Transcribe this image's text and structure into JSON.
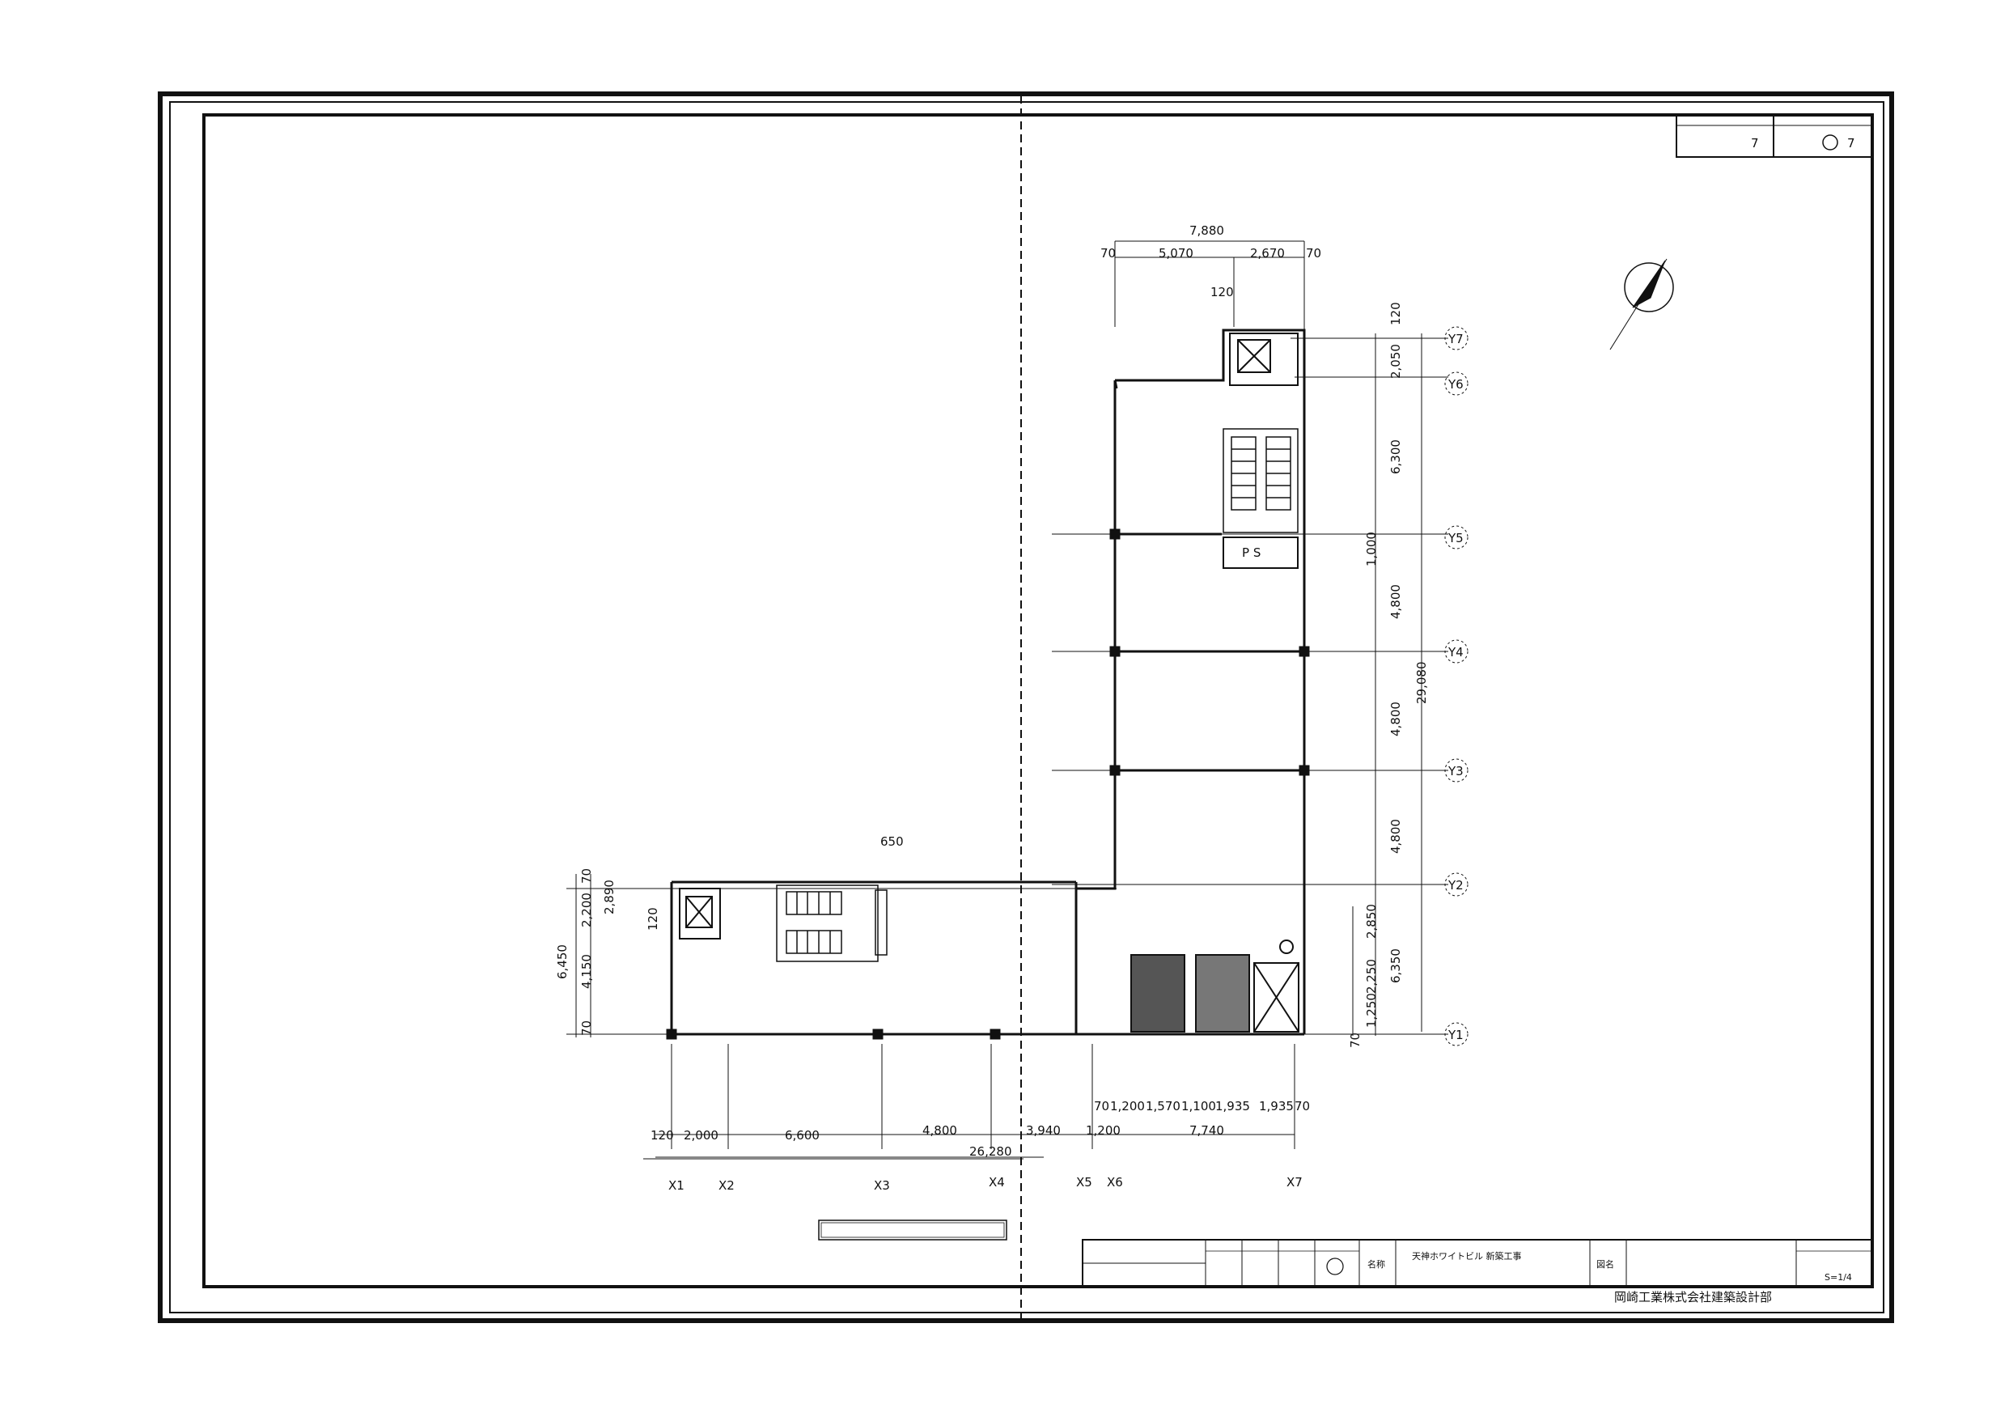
{
  "sheet": {
    "drawing_no_value": "7",
    "sheet_no_value": "7",
    "firm": "岡崎工業株式会社建築設計部"
  },
  "title_block": {
    "name_label": "名称",
    "project_name": "天神ホワイトビル 新築工事",
    "drawing_label": "図名",
    "scale_text": "S=1/4"
  },
  "dimensions": {
    "top_overall": "7,880",
    "top_70_left": "70",
    "top_5070": "5,070",
    "top_2670": "2,670",
    "top_70_right": "70",
    "top_120": "120",
    "right_120": "120",
    "right_2050": "2,050",
    "right_6300": "6,300",
    "right_1000": "1,000",
    "right_4800_a": "4,800",
    "right_29080": "29,080",
    "right_4800_b": "4,800",
    "right_4800_c": "4,800",
    "right_2850": "2,850",
    "right_6350": "6,350",
    "right_2250": "2,250",
    "right_1250": "1,250",
    "right_70": "70",
    "left_70_top": "70",
    "left_2200": "2,200",
    "left_2890": "2,890",
    "left_120": "120",
    "left_6450": "6,450",
    "left_4150": "4,150",
    "left_70_bottom": "70",
    "bottom_70_a": "70",
    "bottom_1200": "1,200",
    "bottom_1570": "1,570",
    "bottom_1100": "1,100",
    "bottom_1935_a": "1,935",
    "bottom_1935_b": "1,935",
    "bottom_70_b": "70",
    "bottom_120": "120",
    "bottom_2000": "2,000",
    "bottom_6600": "6,600",
    "bottom_4800": "4,800",
    "bottom_3940": "3,940",
    "bottom_1200_b": "1,200",
    "bottom_7740": "7,740",
    "bottom_overall": "26,280",
    "top_650": "650"
  },
  "axes": {
    "y7": "Y7",
    "y6": "Y6",
    "y5": "Y5",
    "y4": "Y4",
    "y3": "Y3",
    "y2": "Y2",
    "y1": "Y1",
    "x1": "X1",
    "x2": "X2",
    "x3": "X3",
    "x4": "X4",
    "x5": "X5",
    "x6": "X6",
    "x7": "X7"
  },
  "rooms": {
    "ps": "P S"
  },
  "icons": {
    "north_arrow": "north-arrow-icon",
    "elevator": "elevator-x-icon",
    "stair": "stair-icon"
  },
  "colors": {
    "ink": "#111111",
    "paper": "#ffffff"
  }
}
